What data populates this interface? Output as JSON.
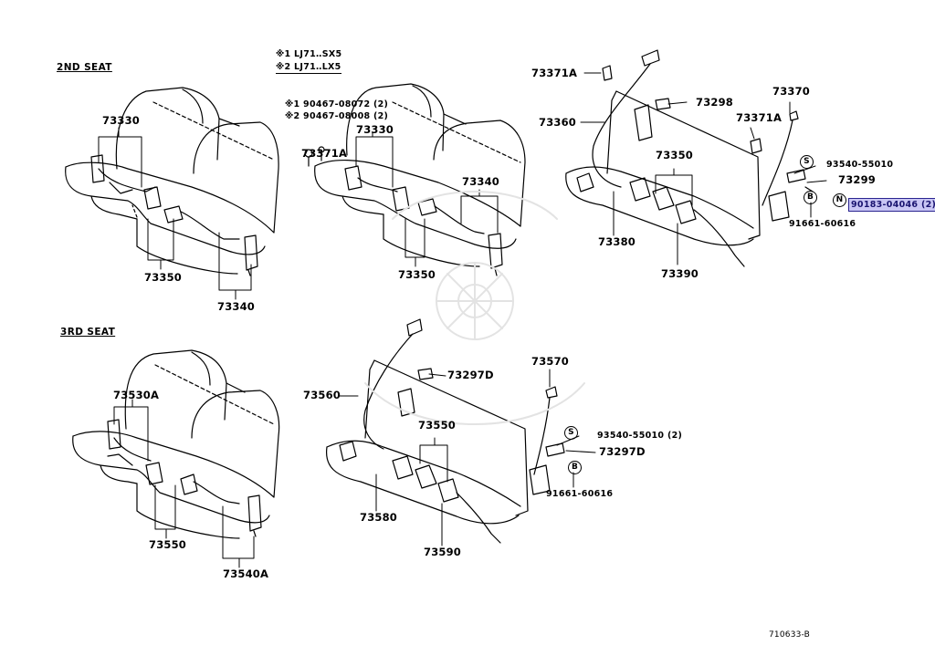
{
  "sections": {
    "second_seat": "2ND SEAT",
    "third_seat": "3RD SEAT"
  },
  "notes": {
    "note1": "※1 LJ71‥SX5",
    "note2": "※2 LJ71‥LX5",
    "note3": "※1 90467-08072 (2)",
    "note4": "※2 90467-08008 (2)"
  },
  "parts": {
    "p73330_a": "73330",
    "p73350_a": "73350",
    "p73340_a": "73340",
    "p73371a_a": "73371A",
    "p73330_b": "73330",
    "p73340_b": "73340",
    "p73350_b": "73350",
    "p73371a_b": "73371A",
    "p73360": "73360",
    "p73298": "73298",
    "p73370": "73370",
    "p73371a_c": "73371A",
    "p73350_c": "73350",
    "p93540_a": "93540-55010",
    "p73299": "73299",
    "p90183": "90183-04046 (2)",
    "p91661_a": "91661-60616",
    "p73380": "73380",
    "p73390": "73390",
    "p73530a": "73530A",
    "p73550_a": "73550",
    "p73540a": "73540A",
    "p73560": "73560",
    "p73297d_a": "73297D",
    "p73550_b": "73550",
    "p73570": "73570",
    "p93540_b": "93540-55010 (2)",
    "p73297d_b": "73297D",
    "p91661_b": "91661-60616",
    "p73580": "73580",
    "p73590": "73590"
  },
  "markers": {
    "s": "S",
    "b": "B",
    "n": "N"
  },
  "footer_code": "710633-B"
}
